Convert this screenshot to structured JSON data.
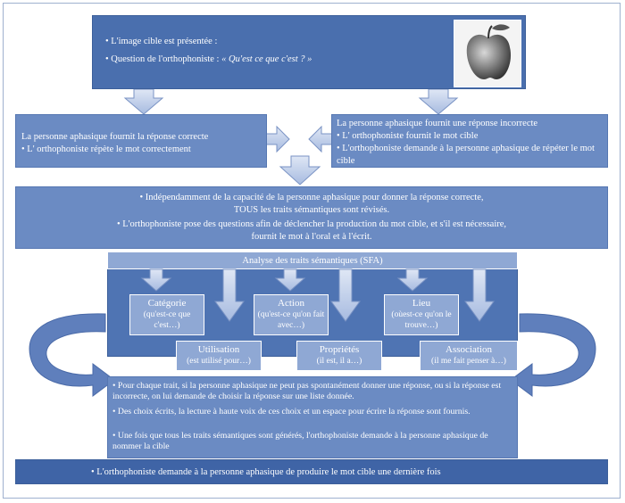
{
  "top": {
    "line1": "• L'image cible est présentée :",
    "line2_prefix": "• Question de l'orthophoniste : ",
    "line2_quote": "« Qu'est ce que c'est ? »"
  },
  "left_box": {
    "line1": "La personne aphasique fournit la réponse correcte",
    "line2": "• L' orthophoniste répète le mot correctement"
  },
  "right_box": {
    "line1": "La personne aphasique fournit une réponse incorrecte",
    "line2": "• L' orthophoniste fournit le mot cible",
    "line3": "• L'orthophoniste demande à la personne aphasique de répéter le mot cible"
  },
  "middle_box": {
    "line1": "• Indépendamment de la capacité de la personne aphasique pour donner la réponse correcte,",
    "line2": "TOUS les traits sémantiques sont révisés.",
    "line3": "• L'orthophoniste pose des questions afin de déclencher la production du mot cible, et s'il est nécessaire,",
    "line4": "fournit le mot à l'oral et à l'écrit."
  },
  "sfa": {
    "title": "Analyse des traits sémantiques (SFA)",
    "features": [
      {
        "name": "Catégorie",
        "desc": "(qu'est-ce que c'est…)"
      },
      {
        "name": "Action",
        "desc": "(qu'est-ce qu'on fait avec…)"
      },
      {
        "name": "Lieu",
        "desc": "(oùest-ce qu'on le trouve…)"
      },
      {
        "name": "Utilisation",
        "desc": "(est utilisé pour…)"
      },
      {
        "name": "Propriétés",
        "desc": "(il est, il a…)"
      },
      {
        "name": "Association",
        "desc": "(il me fait penser à…)"
      }
    ]
  },
  "bottom_box": {
    "line1": "• Pour chaque trait, si la personne aphasique ne peut pas spontanément donner une réponse, ou si la réponse est incorrecte, on lui demande de choisir la réponse sur une liste donnée.",
    "line2": "• Des choix écrits, la lecture à haute voix de ces choix et un espace pour écrire la réponse sont fournis.",
    "line3": "• Une fois que tous les traits sémantiques sont générés, l'orthophoniste demande à la personne aphasique de nommer la cible"
  },
  "final_box": {
    "line1": "• L'orthophoniste demande à la personne aphasique de produire le mot cible une dernière fois"
  },
  "colors": {
    "dark": "#4a6fae",
    "mid": "#6b8bc3",
    "light": "#8fa8d4",
    "arrow": "#b8c8e6"
  },
  "icons": {
    "apple": "apple-image"
  }
}
